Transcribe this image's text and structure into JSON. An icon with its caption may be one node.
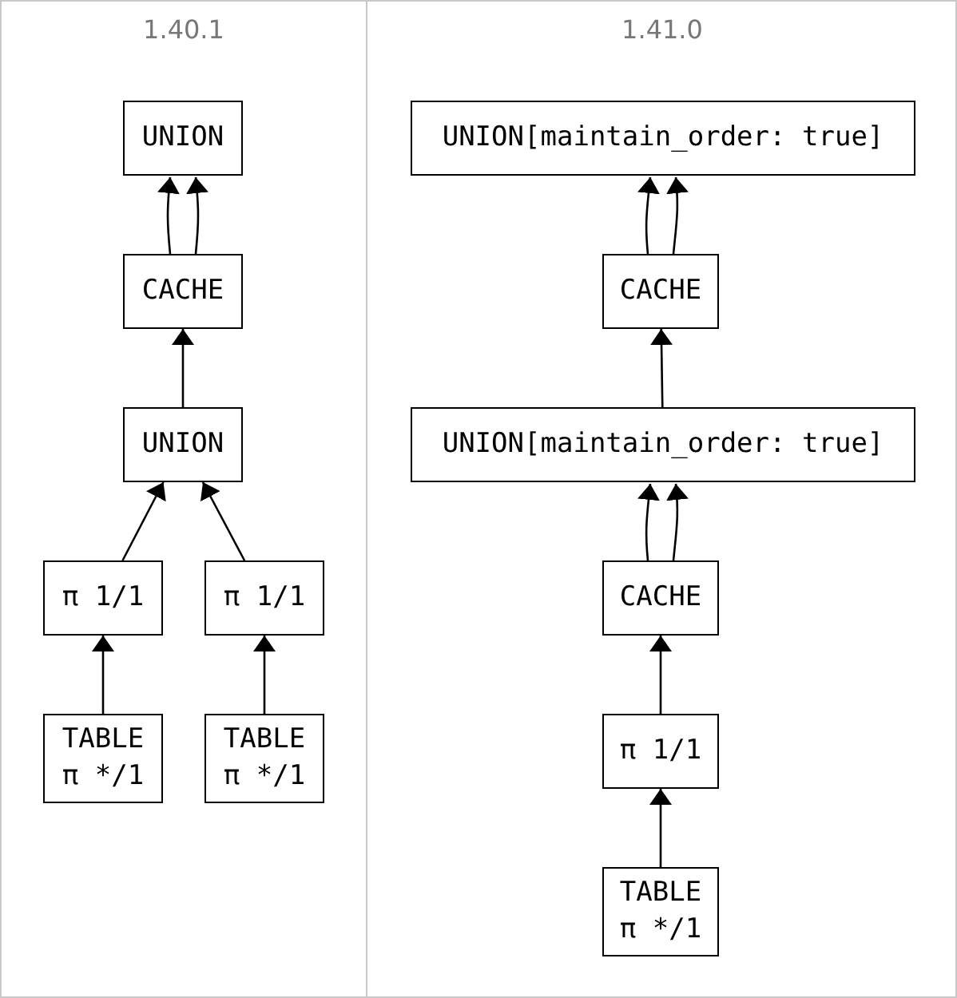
{
  "diagram": {
    "nodes": [
      {
        "text": [
          "UNION"
        ]
      },
      {
        "text": [
          "CACHE"
        ]
      },
      {
        "text": [
          "UNION"
        ]
      },
      {
        "text": [
          "π 1/1"
        ]
      },
      {
        "text": [
          "π 1/1"
        ]
      },
      {
        "text": [
          "TABLE",
          "π */1"
        ]
      },
      {
        "text": [
          "TABLE",
          "π */1"
        ]
      },
      {
        "text": [
          "UNION[maintain_order: true]"
        ]
      },
      {
        "text": [
          "CACHE"
        ]
      },
      {
        "text": [
          "UNION[maintain_order: true]"
        ]
      },
      {
        "text": [
          "CACHE"
        ]
      },
      {
        "text": [
          "π 1/1"
        ]
      },
      {
        "text": [
          "TABLE",
          "π */1"
        ]
      }
    ],
    "edges": [
      {
        "from": 1,
        "to": 0,
        "arrow": "to"
      },
      {
        "from": 1,
        "to": 0,
        "arrow": "to"
      },
      {
        "from": 2,
        "to": 1,
        "arrow": "to"
      },
      {
        "from": 3,
        "to": 2,
        "arrow": "to"
      },
      {
        "from": 4,
        "to": 2,
        "arrow": "to"
      },
      {
        "from": 5,
        "to": 3,
        "arrow": "to"
      },
      {
        "from": 6,
        "to": 4,
        "arrow": "to"
      },
      {
        "from": 8,
        "to": 7,
        "arrow": "to"
      },
      {
        "from": 8,
        "to": 7,
        "arrow": "to"
      },
      {
        "from": 9,
        "to": 8,
        "arrow": "to"
      },
      {
        "from": 10,
        "to": 9,
        "arrow": "to"
      },
      {
        "from": 10,
        "to": 9,
        "arrow": "to"
      },
      {
        "from": 11,
        "to": 10,
        "arrow": "to"
      },
      {
        "from": 12,
        "to": 11,
        "arrow": "to"
      }
    ],
    "labels": [
      "1.40.1",
      "1.41.0"
    ]
  }
}
